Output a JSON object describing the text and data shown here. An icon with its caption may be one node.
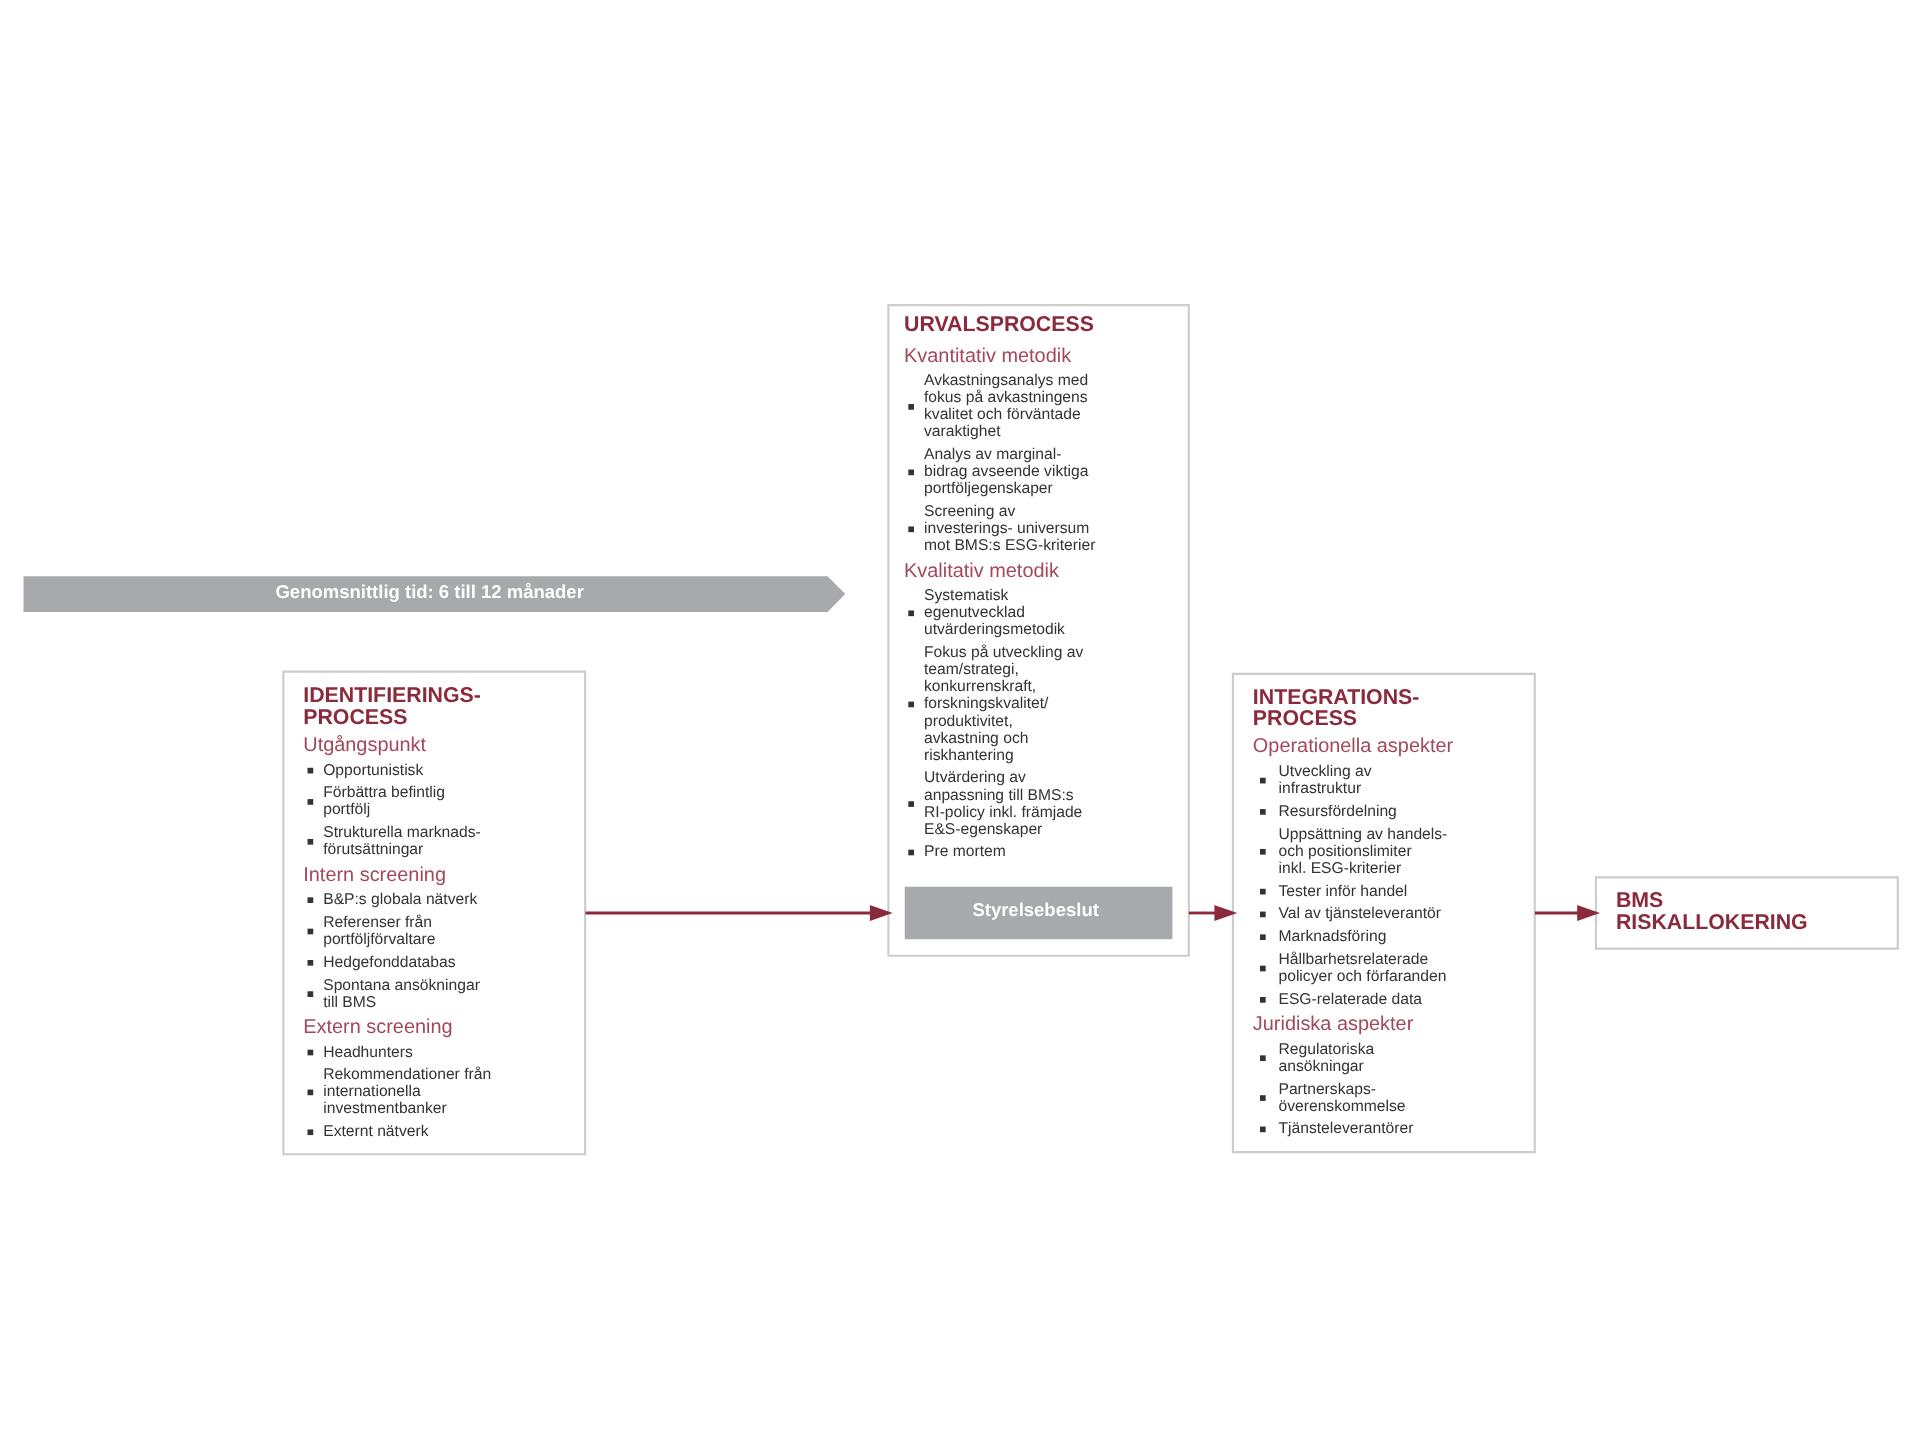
{
  "diagram": {
    "nodes": [
      {
        "text": [
          "IDENTIFIERINGS- PROCESS",
          "Utgångspunkt",
          "Opportunistisk",
          "Förbättra befintlig portfölj",
          "Strukturella marknads- förutsättningar",
          "Intern screening",
          "B&P:s globala nätverk",
          "Referenser från portföljförvaltare",
          "Hedgefonddatabas",
          "Spontana ansökningar till BMS",
          "Extern screening",
          "Headhunters",
          "Rekommendationer från internationella investmentbanker",
          "Externt nätverk"
        ]
      },
      {
        "text": [
          "URVALSPROCESS",
          "Kvantitativ metodik",
          "Avkastningsanalys med fokus på avkastningens kvalitet och förväntade varaktighet",
          "Analys av marginal- bidrag avseende viktiga portföljegenskaper",
          "Screening av investerings- universum mot BMS:s ESG-kriterier",
          "Kvalitativ metodik",
          "Systematisk egenutvecklad utvärderingsmetodik",
          "Fokus på utveckling av team/strategi, konkurrenskraft, forskningskvalitet/ produktivitet, avkastning och riskhantering",
          "Utvärdering av anpassning till BMS:s RI-policy inkl. främjade E&S-egenskaper",
          "Pre mortem"
        ]
      },
      {
        "text": [
          "Styrelsebeslut"
        ],
        "in": 1
      },
      {
        "text": [
          "INTEGRATIONS- PROCESS",
          "Operationella aspekter",
          "Utveckling av infrastruktur",
          "Resursfördelning",
          "Uppsättning av handels- och positionslimiter inkl. ESG-kriterier",
          "Tester inför handel",
          "Val av tjänsteleverantör",
          "Marknadsföring",
          "Hållbarhetsrelaterade policyer och förfaranden",
          "ESG-relaterade data",
          "Juridiska aspekter",
          "Regulatoriska ansökningar",
          "Partnerskaps- överenskommelse",
          "Tjänsteleverantörer"
        ]
      },
      {
        "text": [
          "BMS RISKALLOKERING"
        ]
      },
      {
        "text": [
          "Genomsnittlig tid: 6 till 12 månader"
        ]
      }
    ],
    "edges": [
      {
        "from": 0,
        "to": 1,
        "arrow": "to"
      },
      {
        "from": 1,
        "to": 3,
        "arrow": "to"
      },
      {
        "from": 3,
        "to": 4,
        "arrow": "to"
      }
    ]
  }
}
